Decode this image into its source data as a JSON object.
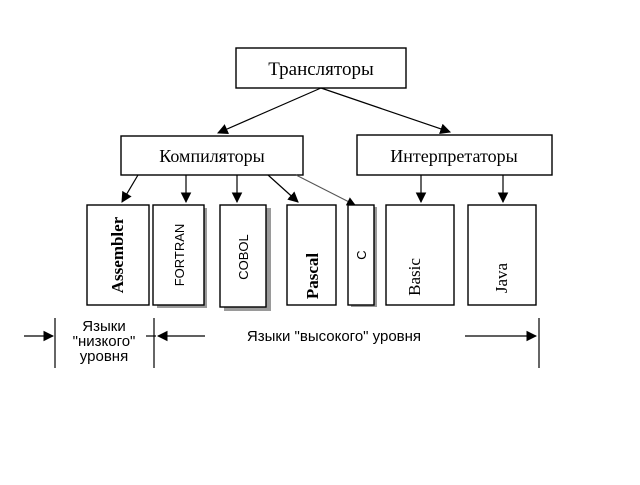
{
  "root": {
    "label": "Трансляторы"
  },
  "compilers": {
    "label": "Компиляторы"
  },
  "interpreters": {
    "label": "Интерпретаторы"
  },
  "languages": [
    {
      "label": "Assembler"
    },
    {
      "label": "FORTRAN"
    },
    {
      "label": "COBOL"
    },
    {
      "label": "Pascal"
    },
    {
      "label": "C"
    },
    {
      "label": "Basic"
    },
    {
      "label": "Java"
    }
  ],
  "low_level": {
    "line1": "Языки",
    "line2": "\"низкого\"",
    "line3": "уровня"
  },
  "high_level": {
    "label": "Языки \"высокого\" уровня"
  }
}
